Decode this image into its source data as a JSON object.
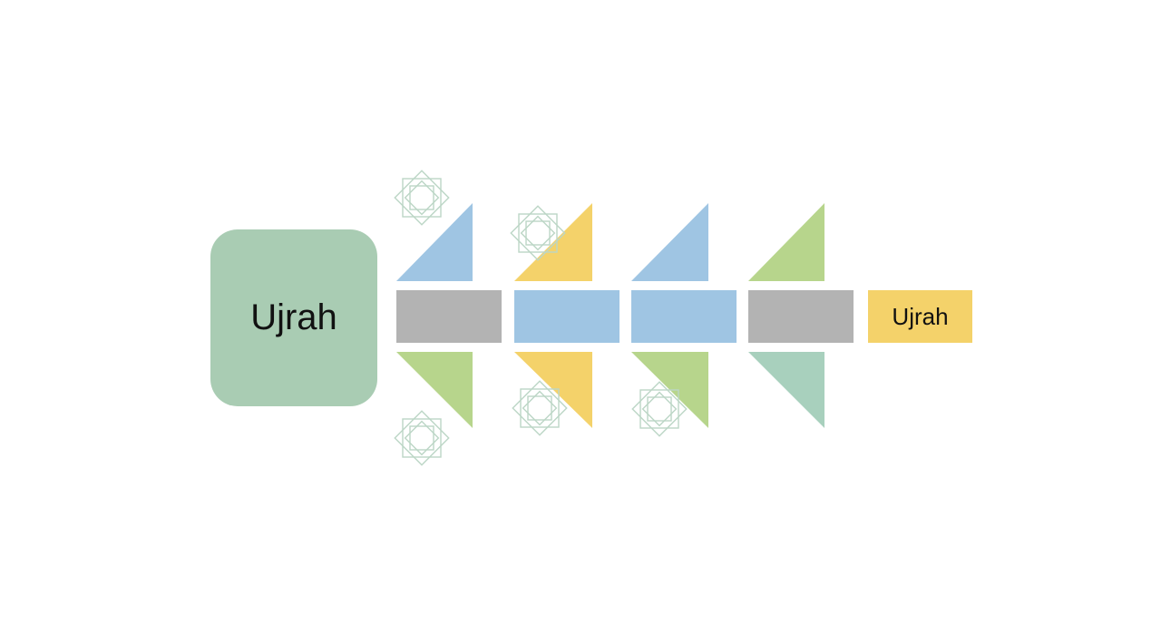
{
  "diagram": {
    "head_label": "Ujrah",
    "tail_label": "Ujrah",
    "colors": {
      "green": "#a9ccb3",
      "blue": "#9fc5e3",
      "yellow": "#f4d26a",
      "lime": "#b7d58c",
      "teal": "#a8d0bd",
      "gray": "#b3b3b3",
      "ornament": "#bcd6c6"
    },
    "spine": [
      "gray",
      "blue",
      "blue",
      "gray"
    ],
    "top_fins": [
      "blue",
      "yellow",
      "blue",
      "lime"
    ],
    "bottom_fins": [
      "lime",
      "yellow",
      "lime",
      "teal"
    ],
    "ornaments": [
      "star-ornament",
      "star-ornament",
      "star-ornament",
      "star-ornament",
      "star-ornament"
    ]
  }
}
